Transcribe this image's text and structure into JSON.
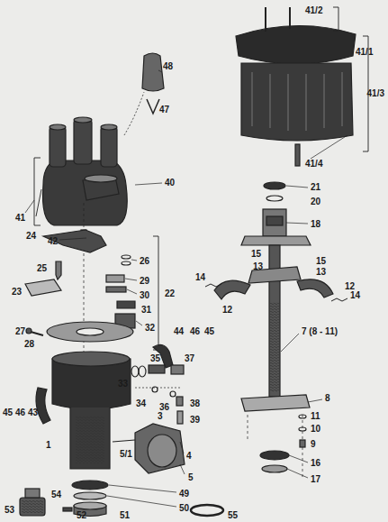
{
  "diagram": {
    "labels": [
      "41",
      "42",
      "48",
      "47",
      "40",
      "24",
      "26",
      "25",
      "29",
      "23",
      "30",
      "22",
      "31",
      "32",
      "27",
      "28",
      "44",
      "46",
      "45",
      "45",
      "46",
      "43",
      "35",
      "37",
      "33",
      "34",
      "36",
      "38",
      "39",
      "1",
      "3",
      "5/1",
      "4",
      "5",
      "49",
      "50",
      "51",
      "52",
      "53",
      "54",
      "55",
      "41/2",
      "41/1",
      "41/3",
      "41/4",
      "21",
      "20",
      "18",
      "15",
      "13",
      "14",
      "15",
      "13",
      "12",
      "14",
      "12",
      "7 (8 - 11)",
      "8",
      "11",
      "10",
      "9",
      "16",
      "17"
    ]
  }
}
